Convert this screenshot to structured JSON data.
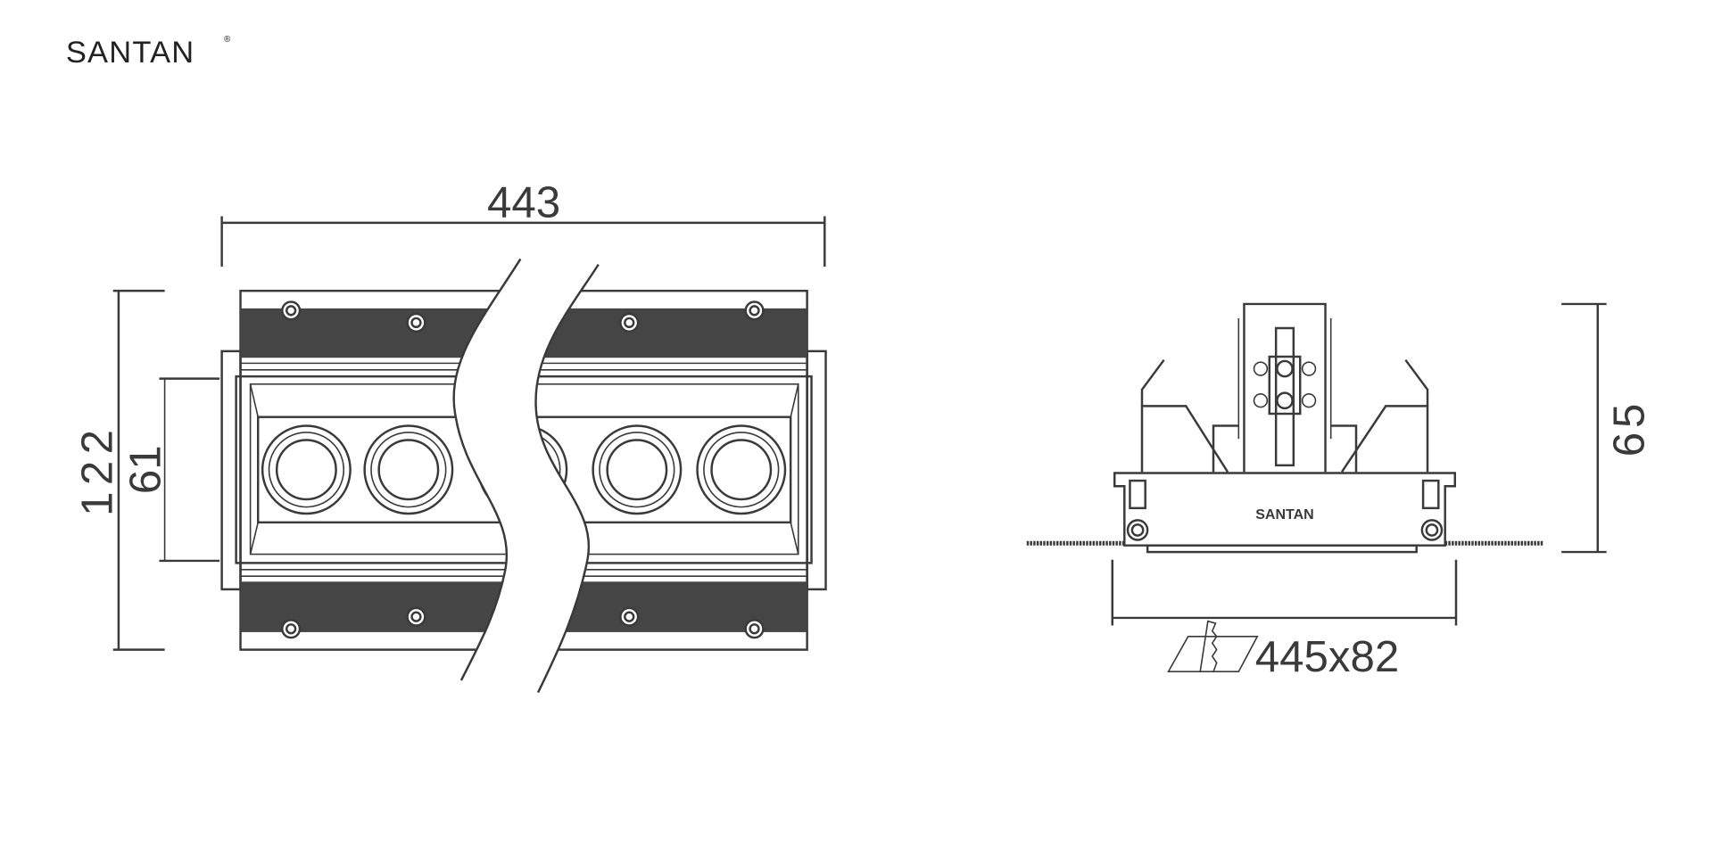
{
  "brand": {
    "logo_text": "SANTAN",
    "registered_mark": "®",
    "housing_label": "SANTAN"
  },
  "dimensions": {
    "length": "443",
    "height_total": "122",
    "height_aperture": "61",
    "depth": "65",
    "cutout": "445x82"
  },
  "colors": {
    "line": "#3a3a3a",
    "band": "#454545",
    "background": "#ffffff"
  },
  "icons": {
    "cutout": "ceiling-cutout-icon"
  }
}
